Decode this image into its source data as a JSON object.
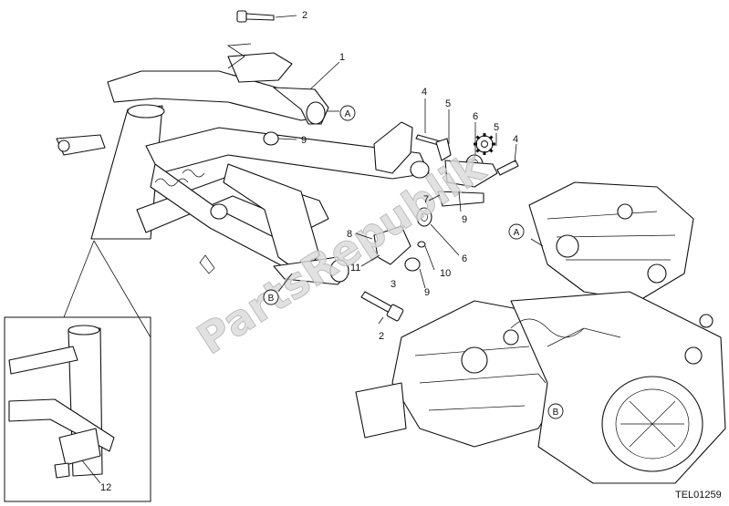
{
  "diagram": {
    "watermark": "PartsRepublik",
    "drawing_code": "TEL01259",
    "callouts": [
      "1",
      "2",
      "2",
      "3",
      "4",
      "4",
      "5",
      "5",
      "6",
      "6",
      "7",
      "8",
      "9",
      "9",
      "9",
      "10",
      "11",
      "12"
    ],
    "reference_marks": [
      "A",
      "A",
      "B",
      "B"
    ],
    "gear_icon": "gear-icon"
  }
}
